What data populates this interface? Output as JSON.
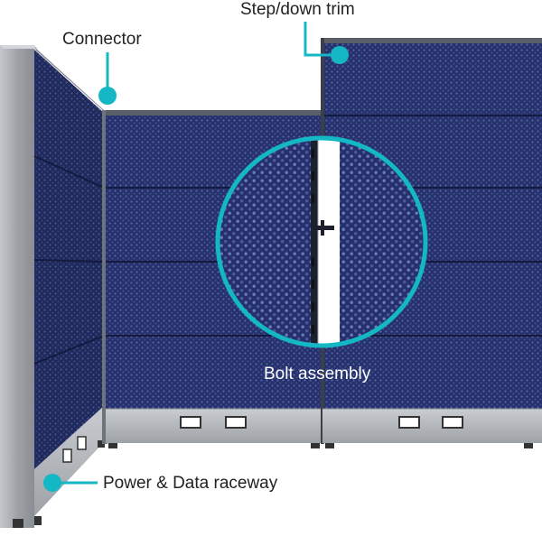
{
  "labels": {
    "connector": "Connector",
    "step_down_trim": "Step/down trim",
    "bolt_assembly": "Bolt assembly",
    "raceway": "Power & Data raceway"
  },
  "colors": {
    "fabric": "#26316b",
    "fabric_dark": "#1b2457",
    "accent": "#14b8c4",
    "frame": "#a9acb1",
    "base": "#b9bcc1",
    "background": "#ffffff"
  },
  "icons": {
    "callout_dot": "teal-dot",
    "outlet": "power-outlet-icon"
  }
}
